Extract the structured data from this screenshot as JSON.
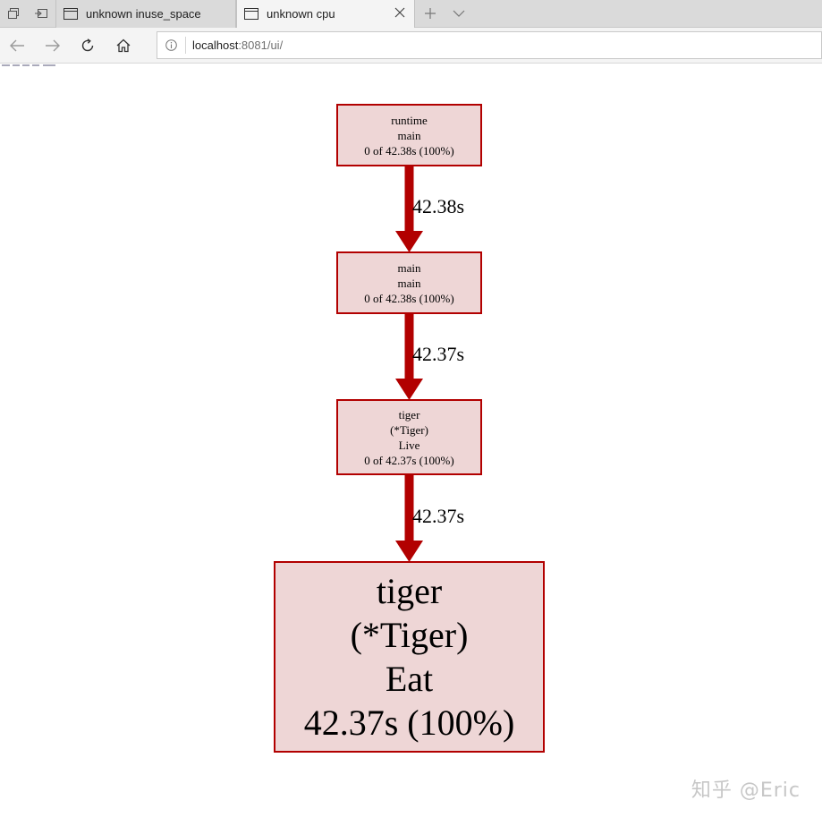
{
  "tabs": [
    {
      "label": "unknown inuse_space",
      "active": false
    },
    {
      "label": "unknown cpu",
      "active": true
    }
  ],
  "address": {
    "host": "localhost",
    "path": ":8081/ui/"
  },
  "graph": {
    "nodes": [
      {
        "lines": [
          "runtime",
          "main",
          "0 of 42.38s (100%)"
        ]
      },
      {
        "lines": [
          "main",
          "main",
          "0 of 42.38s (100%)"
        ]
      },
      {
        "lines": [
          "tiger",
          "(*Tiger)",
          "Live",
          "0 of 42.37s (100%)"
        ]
      },
      {
        "lines": [
          "tiger",
          "(*Tiger)",
          "Eat",
          "42.37s (100%)"
        ]
      }
    ],
    "edges": [
      {
        "label": "42.38s"
      },
      {
        "label": "42.37s"
      },
      {
        "label": "42.37s"
      }
    ],
    "colors": {
      "edge": "#b20000",
      "node_fill": "#eed6d6",
      "node_border": "#b20000"
    }
  },
  "watermark": "知乎 @Eric"
}
